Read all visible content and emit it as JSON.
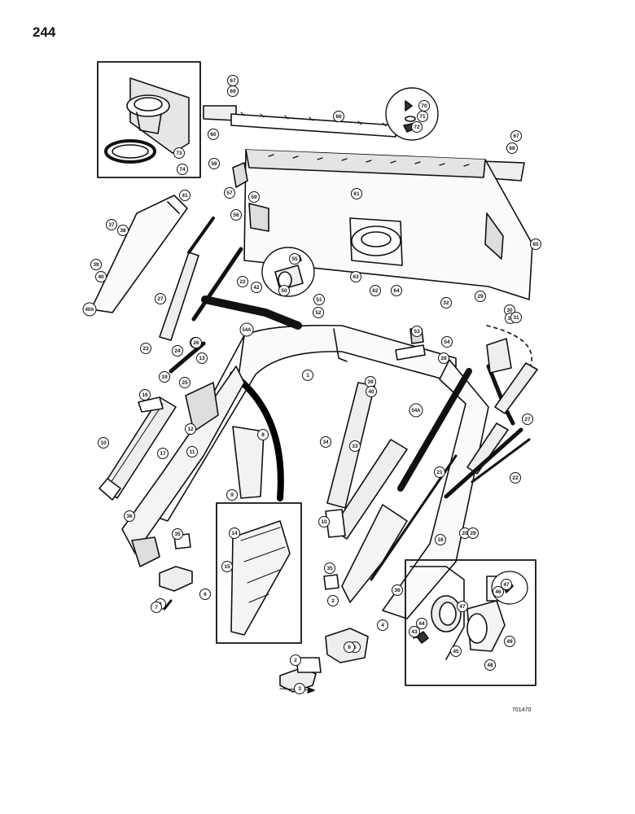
{
  "page_number": "244",
  "drawing_number": "701470",
  "callouts": [
    "1",
    "2",
    "2",
    "2",
    "3",
    "4",
    "5",
    "6",
    "6",
    "7",
    "8",
    "9",
    "10",
    "10",
    "11",
    "12",
    "13",
    "14",
    "15",
    "16",
    "16",
    "17",
    "18",
    "19",
    "20",
    "21",
    "22",
    "22",
    "23",
    "24",
    "25",
    "26",
    "27",
    "27",
    "28",
    "29",
    "29",
    "30",
    "31",
    "31",
    "32",
    "33",
    "34",
    "35",
    "35",
    "36",
    "36",
    "37",
    "38",
    "39",
    "39",
    "40",
    "40",
    "40A",
    "41",
    "42",
    "43",
    "44",
    "45",
    "46",
    "47",
    "47",
    "48",
    "49",
    "50",
    "51",
    "52",
    "53",
    "54",
    "54A",
    "54A",
    "55",
    "56",
    "57",
    "58",
    "59",
    "60",
    "61",
    "62",
    "63",
    "64",
    "65",
    "66",
    "67",
    "67",
    "68",
    "69",
    "70",
    "71",
    "72",
    "73",
    "74"
  ]
}
